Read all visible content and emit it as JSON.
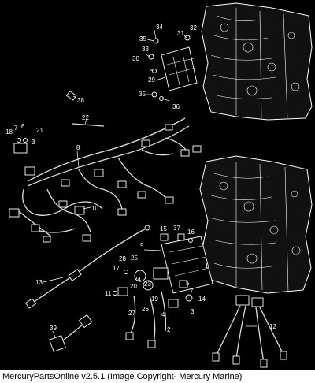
{
  "footer": {
    "caption": "MercuryPartsOnline v2.5.1 (Image Copyright- Mercury Marine)"
  },
  "diagram": {
    "callouts": [
      {
        "id": "34",
        "label": "34"
      },
      {
        "id": "31",
        "label": "31"
      },
      {
        "id": "32",
        "label": "32"
      },
      {
        "id": "35a",
        "label": "35"
      },
      {
        "id": "33",
        "label": "33"
      },
      {
        "id": "30",
        "label": "30"
      },
      {
        "id": "29",
        "label": "29"
      },
      {
        "id": "35b",
        "label": "35"
      },
      {
        "id": "36",
        "label": "36"
      },
      {
        "id": "38",
        "label": "38"
      },
      {
        "id": "22",
        "label": "22"
      },
      {
        "id": "18",
        "label": "18"
      },
      {
        "id": "7a",
        "label": "7"
      },
      {
        "id": "6",
        "label": "6"
      },
      {
        "id": "21",
        "label": "21"
      },
      {
        "id": "3a",
        "label": "3"
      },
      {
        "id": "8",
        "label": "8"
      },
      {
        "id": "10",
        "label": "10"
      },
      {
        "id": "15",
        "label": "15"
      },
      {
        "id": "37",
        "label": "37"
      },
      {
        "id": "16",
        "label": "16"
      },
      {
        "id": "9",
        "label": "9"
      },
      {
        "id": "28",
        "label": "28"
      },
      {
        "id": "25",
        "label": "25"
      },
      {
        "id": "17",
        "label": "17"
      },
      {
        "id": "24",
        "label": "24"
      },
      {
        "id": "23",
        "label": "23"
      },
      {
        "id": "1",
        "label": "1"
      },
      {
        "id": "13",
        "label": "13"
      },
      {
        "id": "11",
        "label": "11"
      },
      {
        "id": "20",
        "label": "20"
      },
      {
        "id": "5",
        "label": "5"
      },
      {
        "id": "7b",
        "label": "7"
      },
      {
        "id": "19",
        "label": "19"
      },
      {
        "id": "14",
        "label": "14"
      },
      {
        "id": "26",
        "label": "26"
      },
      {
        "id": "27",
        "label": "27"
      },
      {
        "id": "4",
        "label": "4"
      },
      {
        "id": "3b",
        "label": "3"
      },
      {
        "id": "2",
        "label": "2"
      },
      {
        "id": "12",
        "label": "12"
      },
      {
        "id": "39",
        "label": "39"
      }
    ]
  }
}
